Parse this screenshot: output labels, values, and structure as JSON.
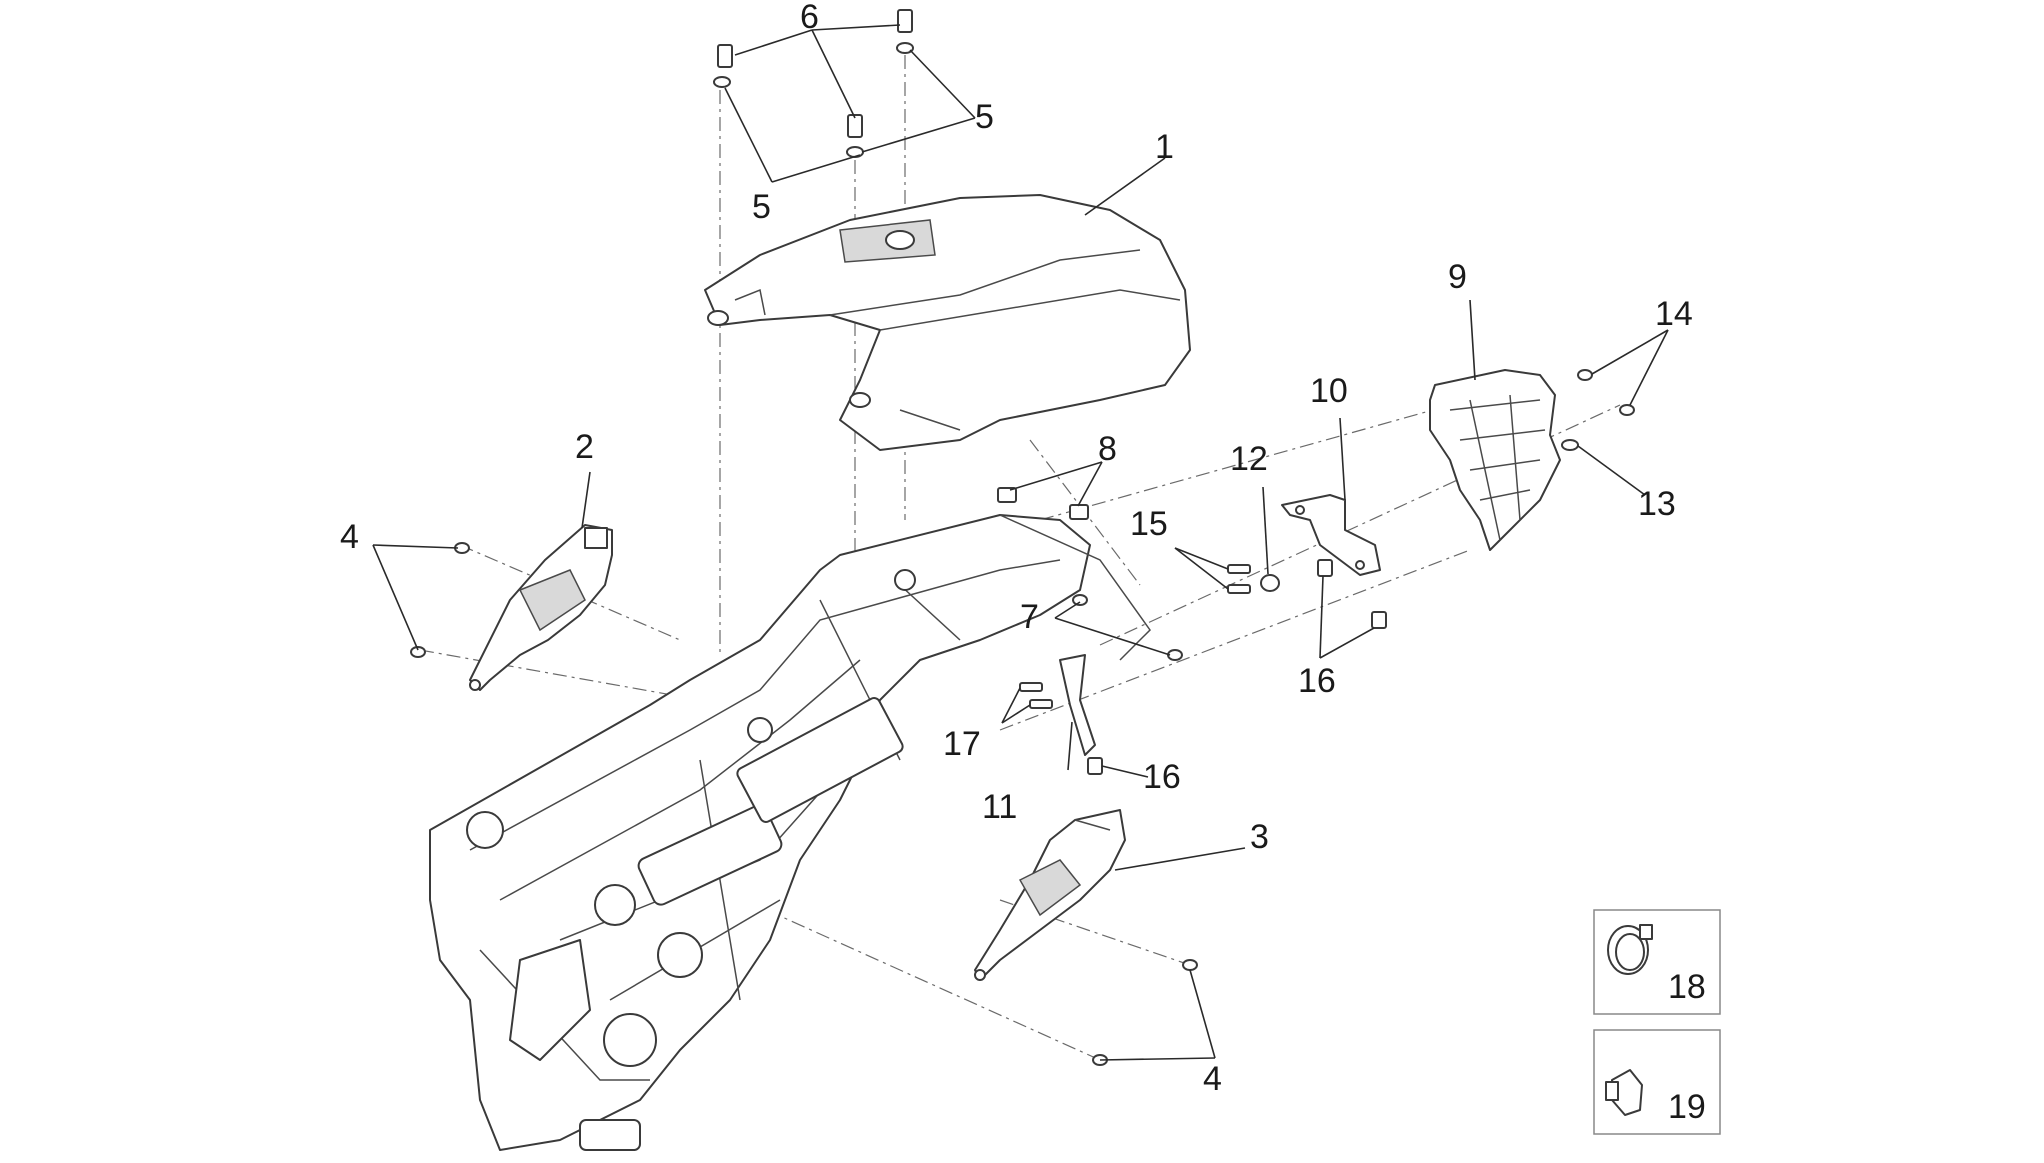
{
  "callouts": {
    "c1": "1",
    "c2": "2",
    "c3": "3",
    "c4a": "4",
    "c4b": "4",
    "c5a": "5",
    "c5b": "5",
    "c6": "6",
    "c7": "7",
    "c8": "8",
    "c9": "9",
    "c10": "10",
    "c11": "11",
    "c12": "12",
    "c13": "13",
    "c14": "14",
    "c15": "15",
    "c16a": "16",
    "c16b": "16",
    "c17": "17",
    "c18": "18",
    "c19": "19"
  }
}
